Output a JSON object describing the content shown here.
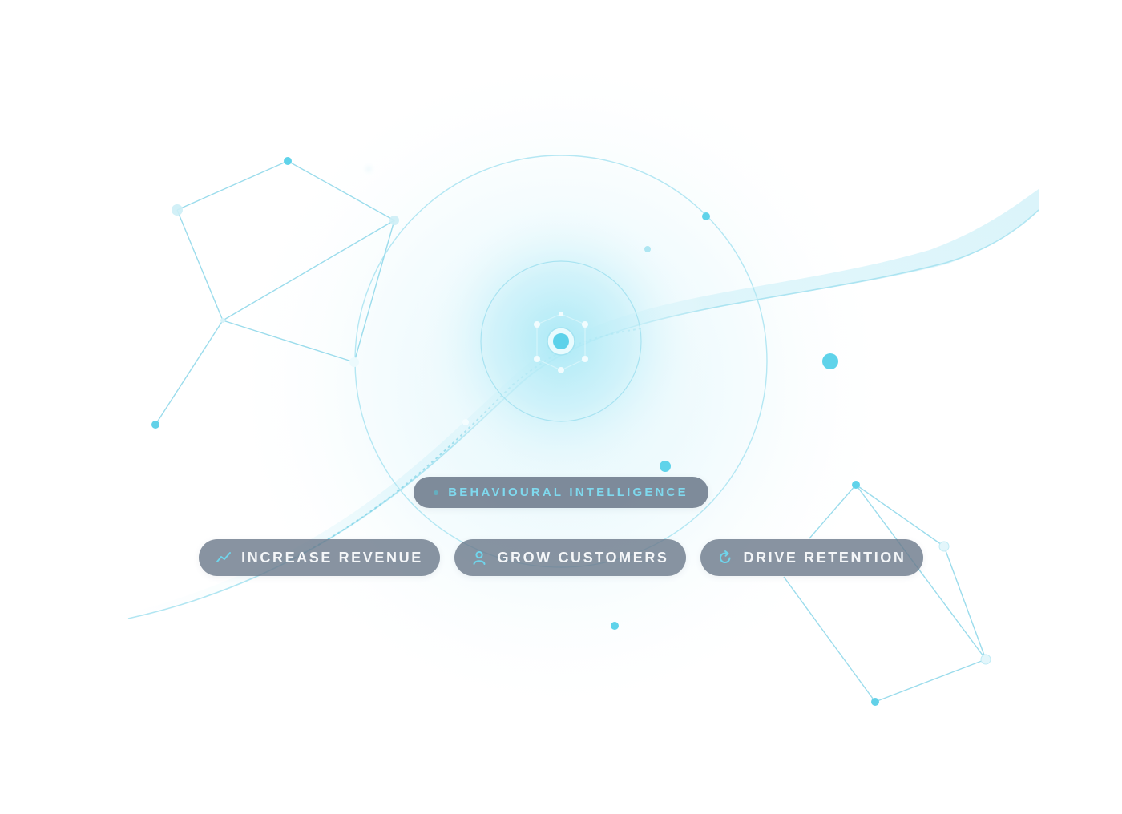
{
  "hero": {
    "label": "BEHAVIOURAL INTELLIGENCE"
  },
  "outcomes": [
    {
      "label": "INCREASE REVENUE",
      "icon": "trend-up-icon"
    },
    {
      "label": "GROW CUSTOMERS",
      "icon": "user-icon"
    },
    {
      "label": "DRIVE RETENTION",
      "icon": "refresh-icon"
    }
  ],
  "colors": {
    "accent": "#5fd3ea",
    "pill_background": "#6a788a",
    "pill_text": "#f4f6f8",
    "hero_label_text": "#7fd9ee"
  }
}
